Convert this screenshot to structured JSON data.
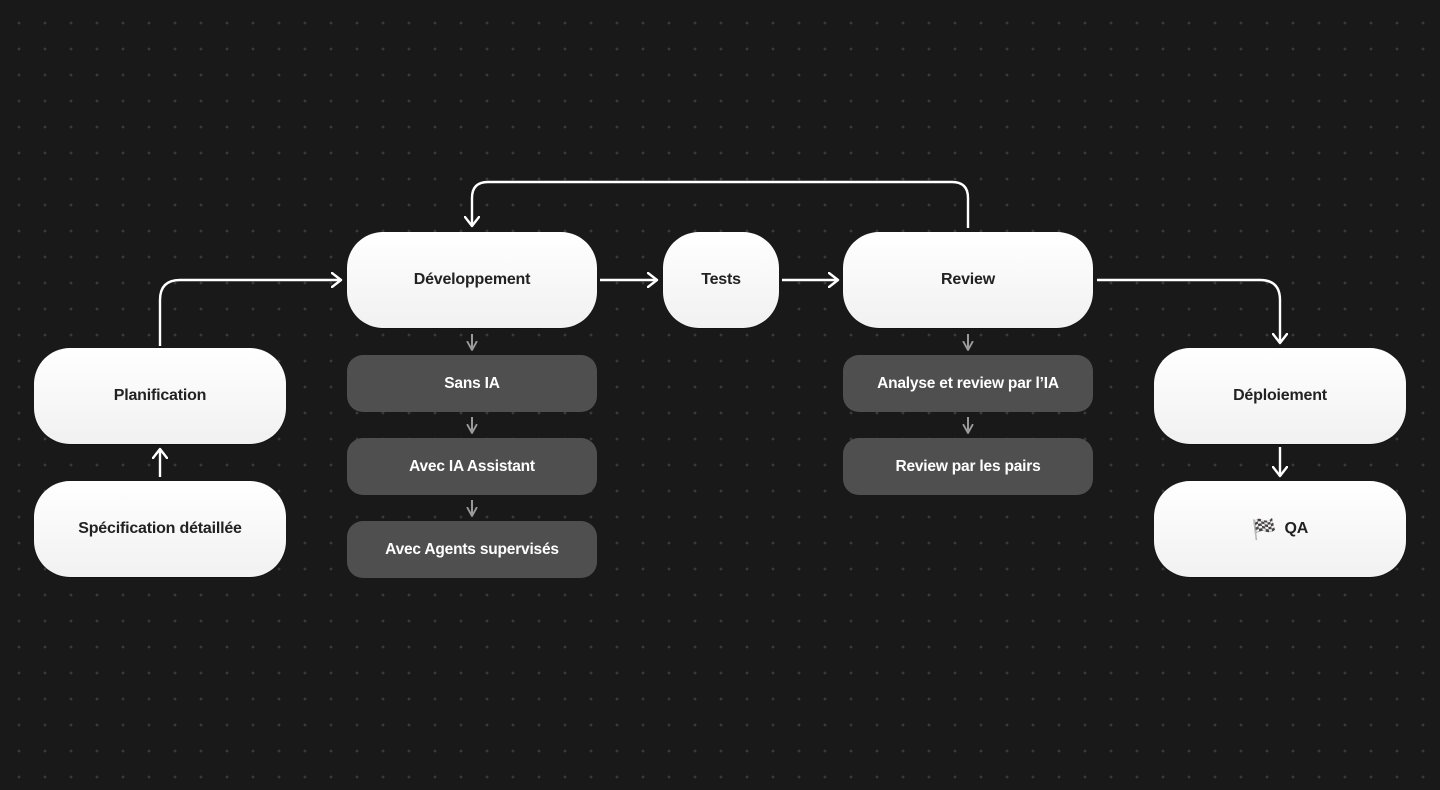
{
  "nodes": {
    "planification": "Planification",
    "specification": "Spécification détaillée",
    "developpement": "Développement",
    "sans_ia": "Sans IA",
    "avec_ia_assistant": "Avec IA Assistant",
    "avec_agents": "Avec Agents supervisés",
    "tests": "Tests",
    "review": "Review",
    "analyse_ia": "Analyse et review par l’IA",
    "review_pairs": "Review par les pairs",
    "deploiement": "Déploiement",
    "qa": "QA"
  },
  "icons": {
    "qa": "checkered-flag-icon"
  },
  "colors": {
    "background": "#1a1919",
    "primary_node": "#ffffff",
    "secondary_node": "#4f4f4f",
    "connector": "#ffffff",
    "connector_muted": "#9a9a9a"
  }
}
